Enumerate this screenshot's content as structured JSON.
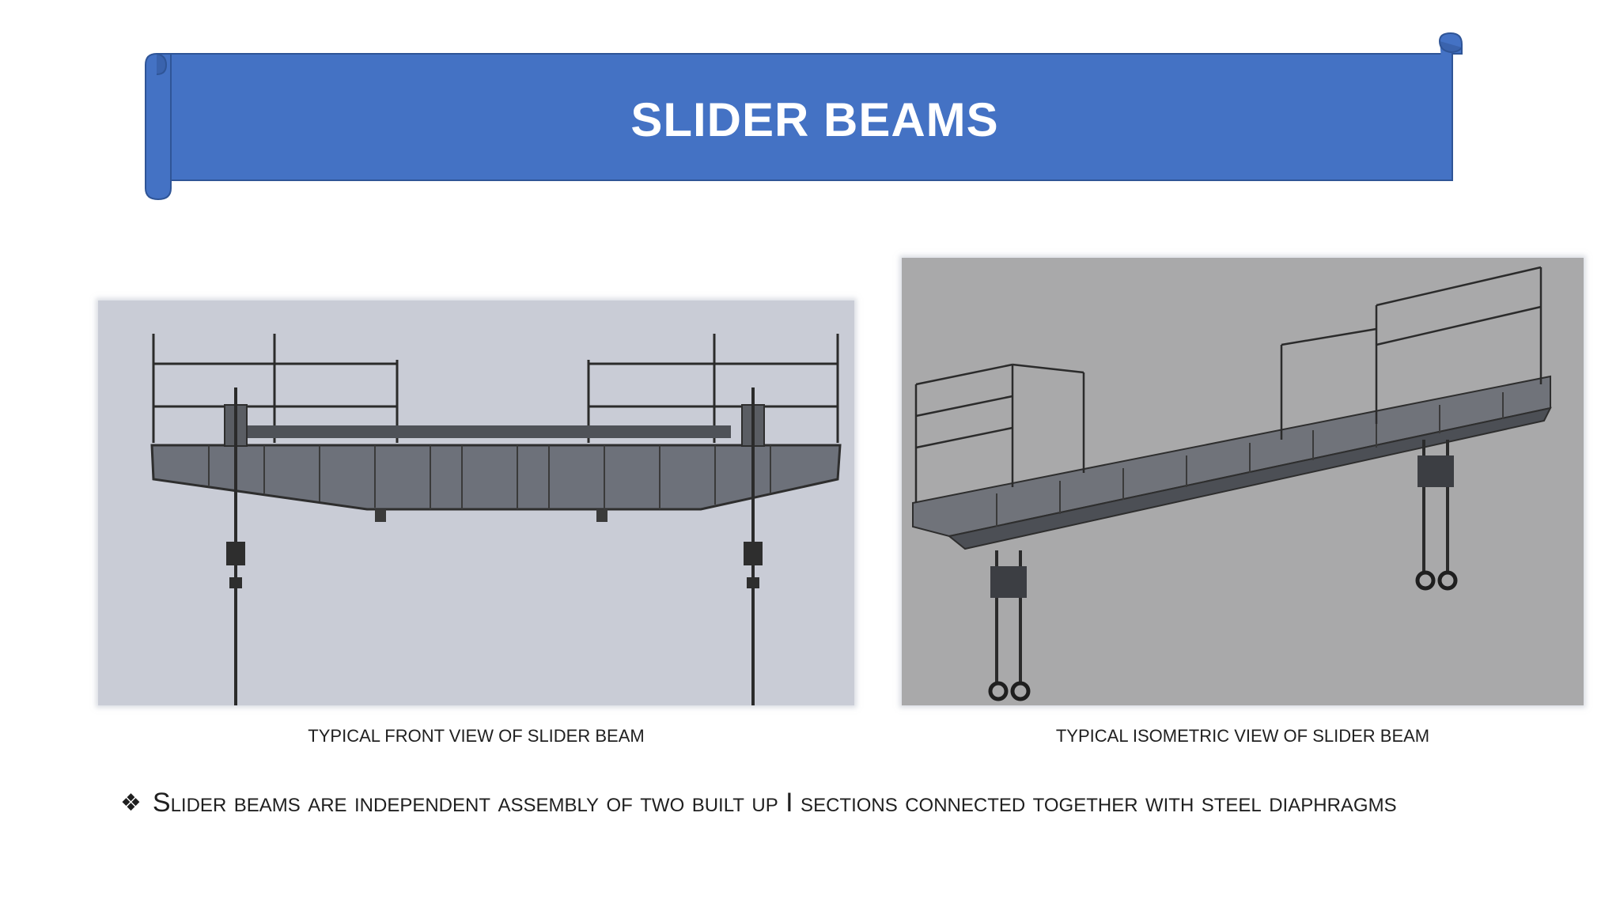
{
  "title": "SLIDER BEAMS",
  "figures": {
    "front": {
      "caption": "TYPICAL FRONT VIEW OF SLIDER BEAM"
    },
    "isometric": {
      "caption": "TYPICAL ISOMETRIC VIEW OF SLIDER BEAM"
    }
  },
  "bullet": {
    "icon": "four-diamond-bullet-icon",
    "text": "Slider beams are independent assembly of two built up I sections connected together with steel diaphragms"
  },
  "colors": {
    "banner_fill": "#4472c4",
    "banner_outline": "#2f5597",
    "text": "#1f1f1f"
  }
}
